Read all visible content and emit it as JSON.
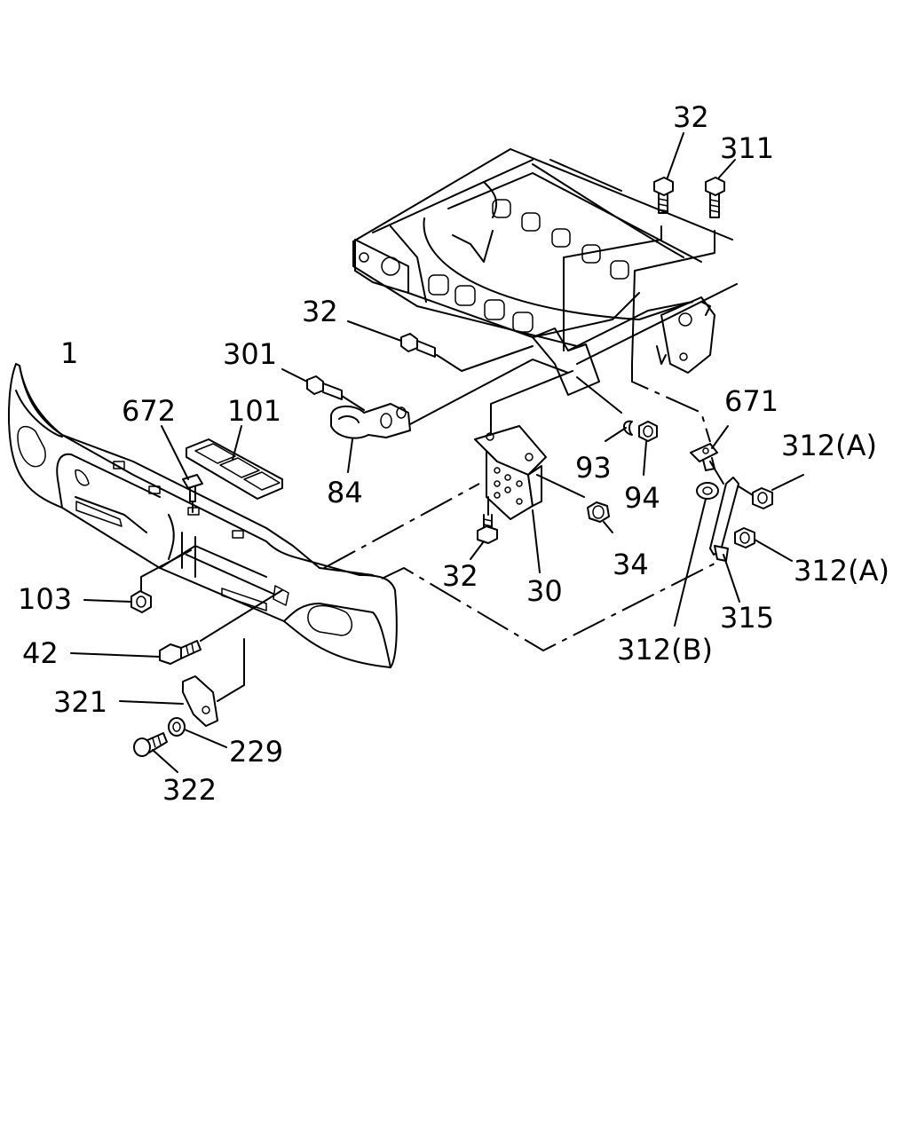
{
  "labels": {
    "l_32_top": "32",
    "l_311": "311",
    "l_32_mid": "32",
    "l_301": "301",
    "l_1": "1",
    "l_672": "672",
    "l_101": "101",
    "l_84": "84",
    "l_671": "671",
    "l_312a_1": "312(A)",
    "l_93": "93",
    "l_94": "94",
    "l_34": "34",
    "l_32_low": "32",
    "l_30": "30",
    "l_312a_2": "312(A)",
    "l_315": "315",
    "l_312b": "312(B)",
    "l_103": "103",
    "l_42": "42",
    "l_321": "321",
    "l_229": "229",
    "l_322": "322"
  }
}
